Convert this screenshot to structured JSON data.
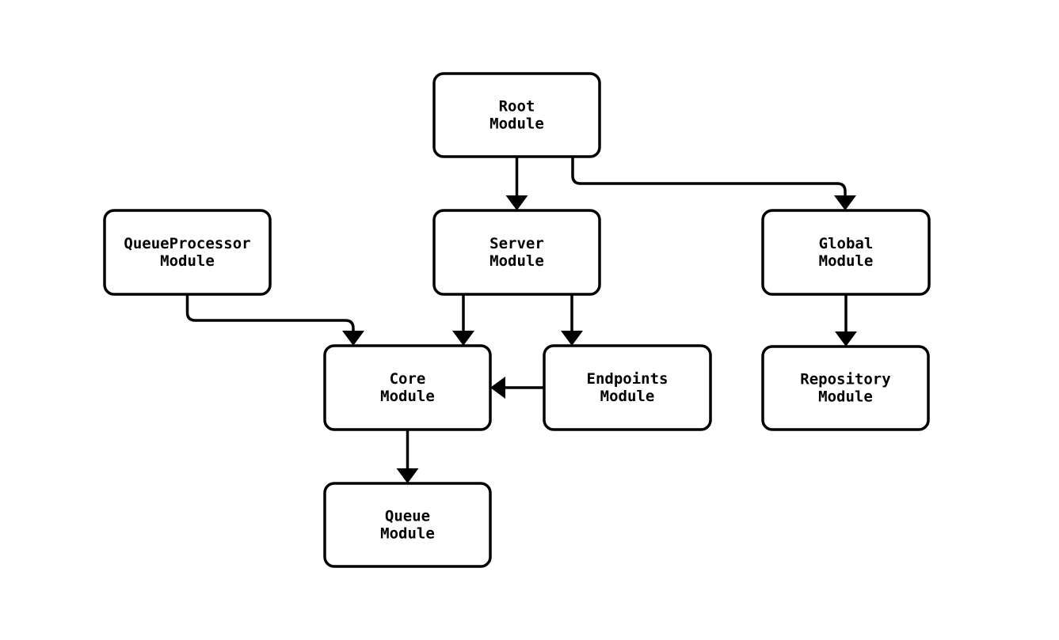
{
  "diagram": {
    "type": "module-dependency-flowchart",
    "colors": {
      "background": "#ffffff",
      "node_fill": "#ffffff",
      "node_stroke": "#000000",
      "edge_stroke": "#000000",
      "text": "#000000"
    },
    "nodes": {
      "root": {
        "line1": "Root",
        "line2": "Module"
      },
      "queue_processor": {
        "line1": "QueueProcessor",
        "line2": "Module"
      },
      "server": {
        "line1": "Server",
        "line2": "Module"
      },
      "global": {
        "line1": "Global",
        "line2": "Module"
      },
      "core": {
        "line1": "Core",
        "line2": "Module"
      },
      "endpoints": {
        "line1": "Endpoints",
        "line2": "Module"
      },
      "repository": {
        "line1": "Repository",
        "line2": "Module"
      },
      "queue": {
        "line1": "Queue",
        "line2": "Module"
      }
    },
    "edges": [
      {
        "from": "Root Module",
        "to": "Server Module"
      },
      {
        "from": "Root Module",
        "to": "Global Module"
      },
      {
        "from": "QueueProcessor Module",
        "to": "Core Module"
      },
      {
        "from": "Server Module",
        "to": "Core Module"
      },
      {
        "from": "Server Module",
        "to": "Endpoints Module"
      },
      {
        "from": "Endpoints Module",
        "to": "Core Module"
      },
      {
        "from": "Global Module",
        "to": "Repository Module"
      },
      {
        "from": "Core Module",
        "to": "Queue Module"
      }
    ]
  }
}
